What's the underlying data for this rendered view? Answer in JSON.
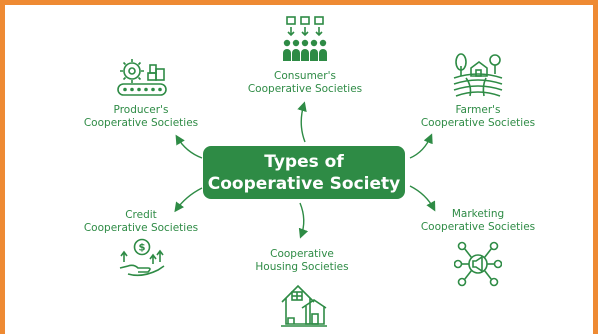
{
  "colors": {
    "border": "#ee8a33",
    "green": "#2e8b45",
    "background": "#ffffff"
  },
  "center": {
    "line1": "Types of",
    "line2": "Cooperative Society"
  },
  "nodes": {
    "consumer": {
      "line1": "Consumer's",
      "line2": "Cooperative Societies",
      "icon": "people-with-products-icon"
    },
    "producer": {
      "line1": "Producer's",
      "line2": "Cooperative Societies",
      "icon": "gear-conveyor-icon"
    },
    "farmer": {
      "line1": "Farmer's",
      "line2": "Cooperative Societies",
      "icon": "farm-field-icon"
    },
    "credit": {
      "line1": "Credit",
      "line2": "Cooperative Societies",
      "icon": "hand-coin-growth-icon"
    },
    "housing": {
      "line1": "Cooperative",
      "line2": "Housing Societies",
      "icon": "house-icon"
    },
    "marketing": {
      "line1": "Marketing",
      "line2": "Cooperative Societies",
      "icon": "megaphone-network-icon"
    }
  }
}
